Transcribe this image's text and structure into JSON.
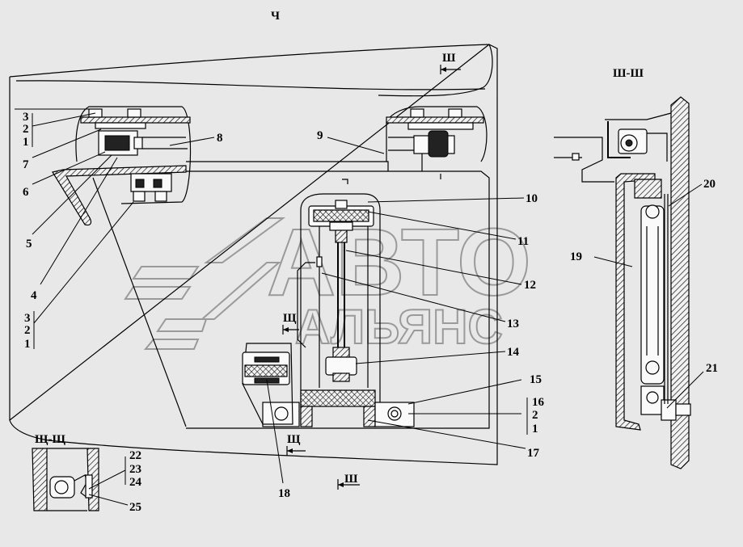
{
  "view_title": "Ч",
  "sections": {
    "top_right": "Ш-Ш",
    "bottom_left": "Щ-Щ",
    "arrow_top": "Ш",
    "arrow_bottom": "Ш",
    "arrow_mid": "Щ",
    "arrow_low": "Щ"
  },
  "watermark": {
    "line1": "АВТО",
    "line2": "АЛЬЯНС"
  },
  "labels": {
    "l1a": "1",
    "l2a": "2",
    "l3a": "3",
    "l1b": "1",
    "l2b": "2",
    "l3b": "3",
    "l1c": "1",
    "l2c": "2",
    "l16": "16",
    "l4": "4",
    "l5": "5",
    "l6": "6",
    "l7": "7",
    "l8": "8",
    "l9": "9",
    "l10": "10",
    "l11": "11",
    "l12": "12",
    "l13": "13",
    "l14": "14",
    "l15": "15",
    "l17": "17",
    "l18": "18",
    "l19": "19",
    "l20": "20",
    "l21": "21",
    "l22": "22",
    "l23": "23",
    "l24": "24",
    "l25": "25"
  }
}
